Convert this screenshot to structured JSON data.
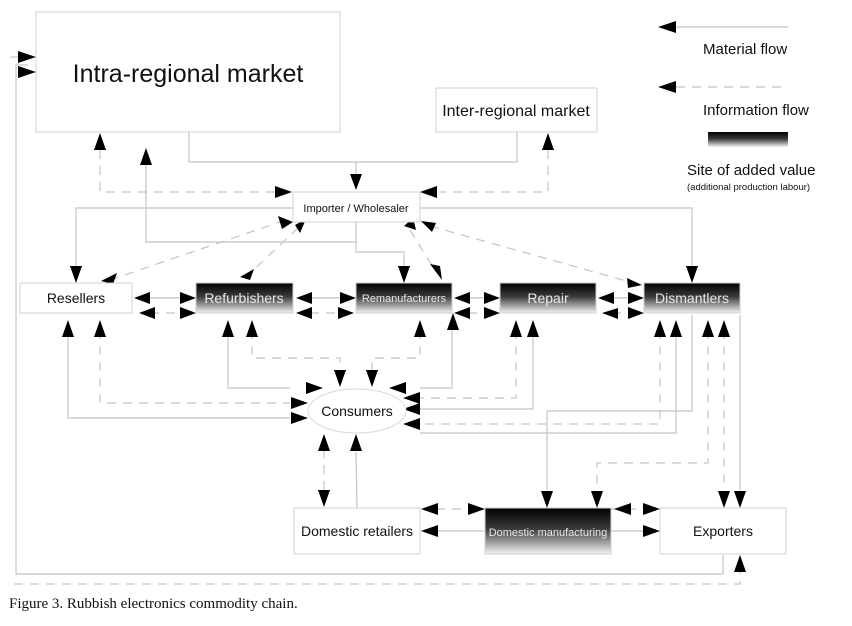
{
  "nodes": {
    "intra_regional_market": "Intra-regional market",
    "inter_regional_market": "Inter-regional market",
    "importer_wholesaler": "Importer / Wholesaler",
    "resellers": "Resellers",
    "refurbishers": "Refurbishers",
    "remanufacturers": "Remanufacturers",
    "repair": "Repair",
    "dismantlers": "Dismantlers",
    "consumers": "Consumers",
    "domestic_retailers": "Domestic retailers",
    "domestic_manufacturing": "Domestic manufacturing",
    "exporters": "Exporters"
  },
  "legend": {
    "material_flow": "Material flow",
    "information_flow": "Information flow",
    "site_of_added_value": "Site of added value",
    "site_note": "(additional production labour)"
  },
  "colors": {
    "line": "#c4c4c4",
    "arrow": "#000000",
    "value_site_top": "#000000",
    "value_site_bottom": "#ffffff"
  },
  "caption": "Figure 3. Rubbish electronics commodity chain."
}
